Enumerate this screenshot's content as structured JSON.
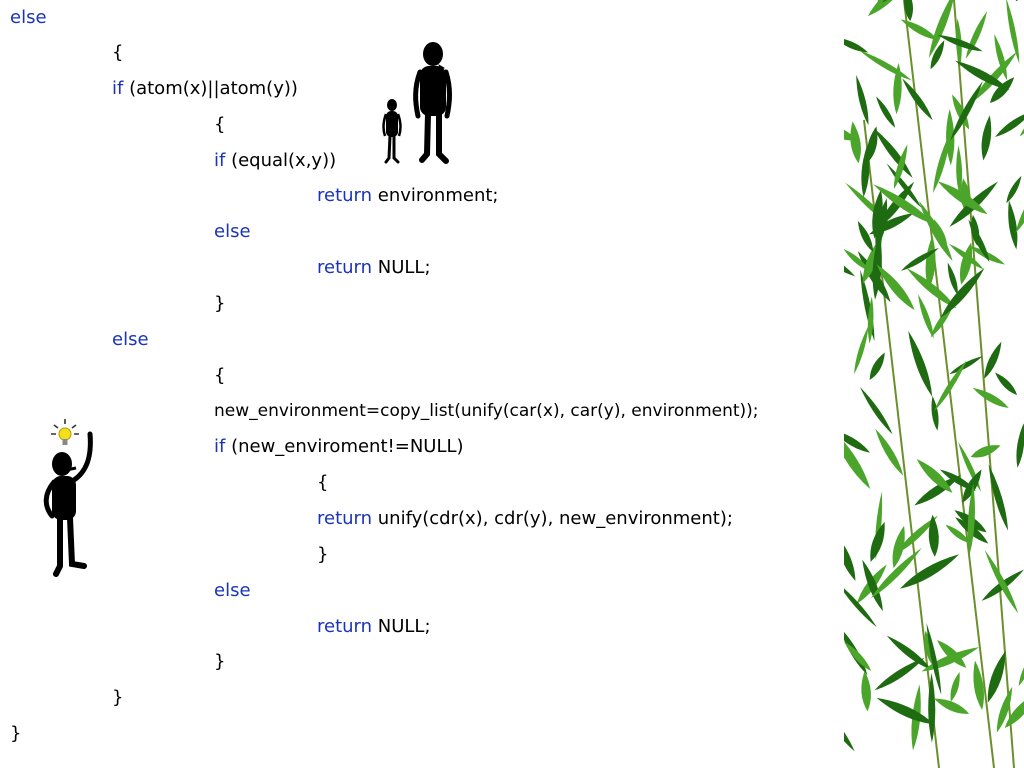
{
  "colors": {
    "keyword": "#1a33b8",
    "text": "#000000",
    "leaf_dark": "#1f6b12",
    "leaf_light": "#4aa52a",
    "stem": "#6b8f2a"
  },
  "code": {
    "lines": [
      {
        "kw": "else",
        "text": ""
      },
      {
        "kw": "",
        "text": "{"
      },
      {
        "kw": "if",
        "text": " (atom(x)||atom(y))"
      },
      {
        "kw": "",
        "text": "{"
      },
      {
        "kw": "if",
        "text": " (equal(x,y))"
      },
      {
        "kw": "return",
        "text": " environment;"
      },
      {
        "kw": "else",
        "text": ""
      },
      {
        "kw": "return",
        "text": " NULL;"
      },
      {
        "kw": "",
        "text": "}"
      },
      {
        "kw": "else",
        "text": ""
      },
      {
        "kw": "",
        "text": "{"
      },
      {
        "kw": "",
        "text": "new_environment=copy_list(unify(car(x), car(y), environment));"
      },
      {
        "kw": "if",
        "text": " (new_enviroment!=NULL)"
      },
      {
        "kw": "",
        "text": "{"
      },
      {
        "kw": "return",
        "text": " unify(cdr(x), cdr(y), new_environment);"
      },
      {
        "kw": "",
        "text": "}"
      },
      {
        "kw": "else",
        "text": ""
      },
      {
        "kw": "return",
        "text": " NULL;"
      },
      {
        "kw": "",
        "text": "}"
      },
      {
        "kw": "",
        "text": "}"
      },
      {
        "kw": "",
        "text": "}"
      }
    ]
  },
  "figures": {
    "tall_person": "standing-figure-icon",
    "small_person": "small-figure-icon",
    "idea_person": "idea-figure-icon",
    "decoration": "bamboo-leaves"
  }
}
